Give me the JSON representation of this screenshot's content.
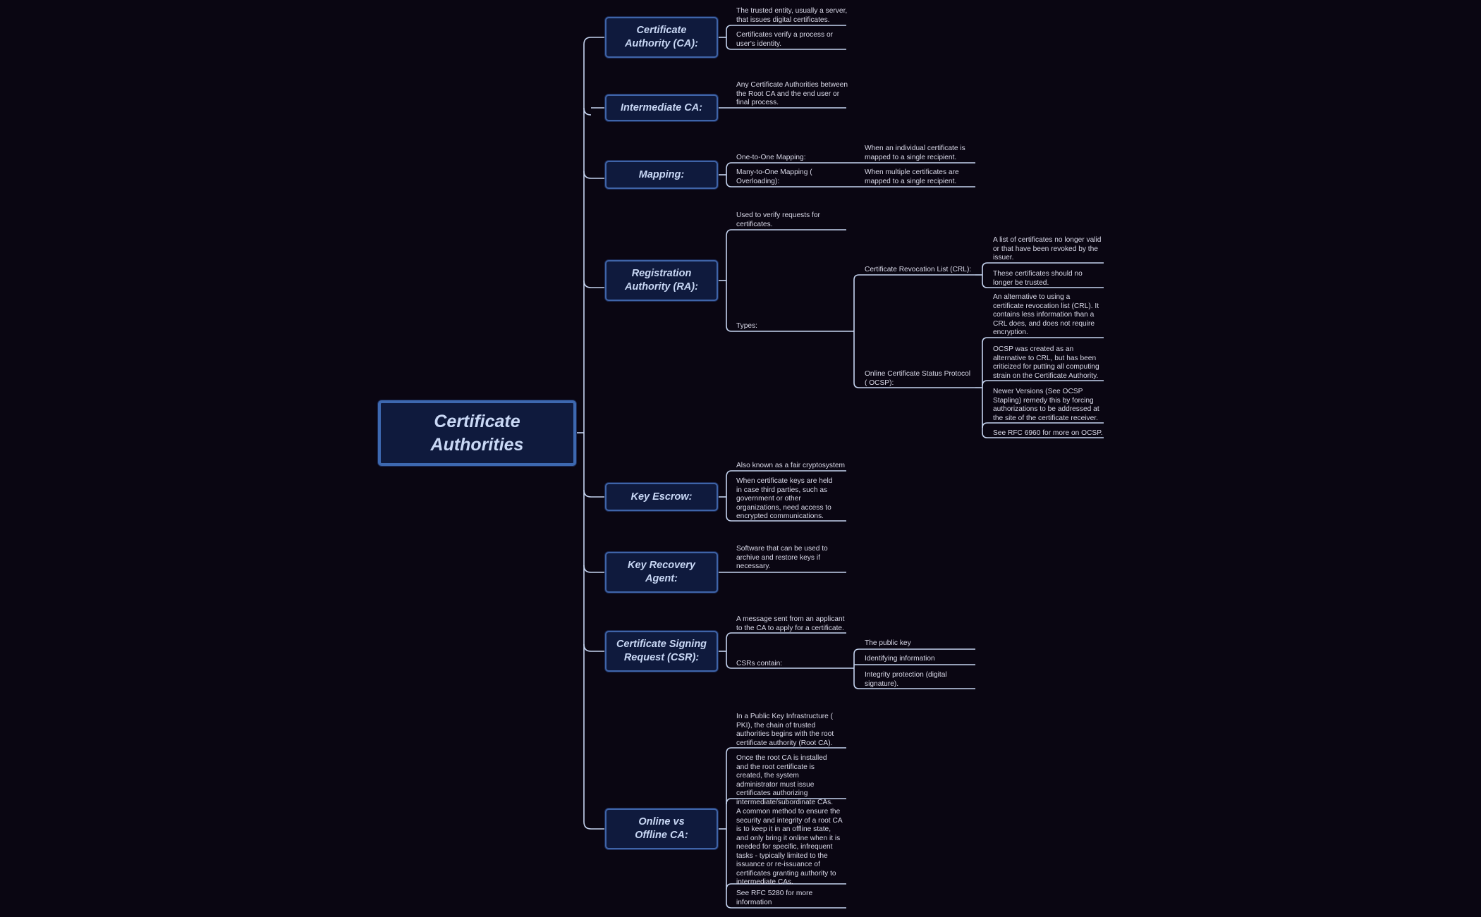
{
  "root": "Certificate Authorities",
  "topics": {
    "ca": {
      "label": "Certificate Authority (CA):",
      "notes": [
        "The trusted entity, usually a server, that issues digital certificates.",
        "Certificates verify a process or user's identity."
      ]
    },
    "intermediate": {
      "label": "Intermediate CA:",
      "notes": [
        "Any Certificate Authorities between the Root CA and the end user or final process."
      ]
    },
    "mapping": {
      "label": "Mapping:",
      "one_to_one": "One-to-One Mapping:",
      "one_to_one_desc": "When an individual certificate is mapped to a single recipient.",
      "many_to_one": "Many-to-One Mapping ( Overloading):",
      "many_to_one_desc": "When multiple certificates are mapped to a single recipient."
    },
    "ra": {
      "label": "Registration Authority (RA):",
      "note": "Used to verify requests for certificates.",
      "types": "Types:",
      "crl": "Certificate Revocation List (CRL):",
      "crl_notes": [
        "A list of certificates no longer valid or that have been revoked by the issuer.",
        "These certificates should no longer be trusted."
      ],
      "ocsp": "Online Certificate Status Protocol ( OCSP):",
      "ocsp_notes": [
        "An alternative to using a certificate revocation list (CRL). It contains less information than a CRL does, and does not require encryption.",
        "OCSP was created as an alternative to CRL, but has been criticized for putting all computing strain on the Certificate Authority.",
        "Newer Versions (See OCSP Stapling) remedy this by forcing authorizations to be addressed at the site of the certificate receiver.",
        "See RFC 6960 for more on OCSP."
      ]
    },
    "escrow": {
      "label": "Key Escrow:",
      "notes": [
        "Also known as a fair cryptosystem",
        "When certificate keys are held in case third parties, such as government or other organizations, need access to encrypted communications."
      ]
    },
    "recovery": {
      "label": "Key Recovery Agent:",
      "notes": [
        "Software that can be used to archive and restore keys if necessary."
      ]
    },
    "csr": {
      "label": "Certificate Signing Request (CSR):",
      "note": "A message sent from an applicant to the CA to apply for a certificate.",
      "contains": "CSRs contain:",
      "contains_items": [
        "The public key",
        "Identifying information",
        "Integrity protection (digital signature)."
      ]
    },
    "offline": {
      "label": "Online vs Offline CA:",
      "notes": [
        "In a Public Key Infrastructure ( PKI), the chain of trusted authorities begins with the root certificate authority (Root CA).",
        "Once the root CA is installed and the root certificate is created, the system administrator must issue certificates authorizing intermediate/subordinate CAs.",
        "A common method to ensure the security and integrity of a root CA is to keep it in an offline state, and only bring it online when it is needed for specific, infrequent tasks - typically limited to the issuance or re-issuance of certificates granting authority to intermediate CAs.",
        "See RFC 5280 for more information"
      ]
    }
  },
  "colors": {
    "background": "#0a0612",
    "connector": "#c5d4f0",
    "node_fill": "#0f1a3d",
    "node_border": "#3f64a8",
    "text": "#d9d9e8"
  }
}
